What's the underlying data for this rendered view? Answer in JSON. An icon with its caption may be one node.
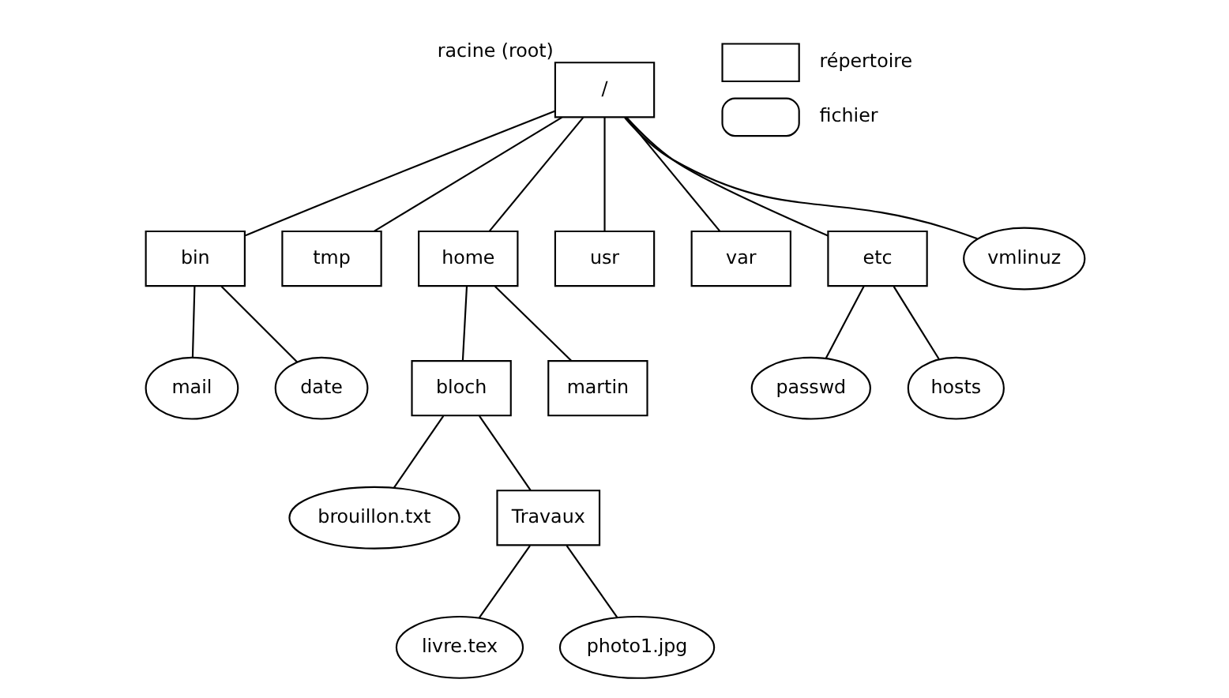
{
  "diagram": {
    "nodes": [
      {
        "text": [
          "/"
        ],
        "beside": [
          "racine (root)"
        ]
      },
      {
        "text": [
          "bin"
        ]
      },
      {
        "text": [
          "tmp"
        ]
      },
      {
        "text": [
          "home"
        ]
      },
      {
        "text": [
          "usr"
        ]
      },
      {
        "text": [
          "var"
        ]
      },
      {
        "text": [
          "etc"
        ]
      },
      {
        "text": [
          "vmlinuz"
        ]
      },
      {
        "text": [
          "mail"
        ]
      },
      {
        "text": [
          "date"
        ]
      },
      {
        "text": [
          "bloch"
        ]
      },
      {
        "text": [
          "martin"
        ]
      },
      {
        "text": [
          "passwd"
        ]
      },
      {
        "text": [
          "hosts"
        ]
      },
      {
        "text": [
          "brouillon.txt"
        ]
      },
      {
        "text": [
          "Travaux"
        ]
      },
      {
        "text": [
          "livre.tex"
        ]
      },
      {
        "text": [
          "photo1.jpg"
        ]
      }
    ],
    "edges": [
      {
        "from": 0,
        "to": 1,
        "arrow": "none"
      },
      {
        "from": 0,
        "to": 2,
        "arrow": "none"
      },
      {
        "from": 0,
        "to": 3,
        "arrow": "none"
      },
      {
        "from": 0,
        "to": 4,
        "arrow": "none"
      },
      {
        "from": 0,
        "to": 5,
        "arrow": "none"
      },
      {
        "from": 0,
        "to": 6,
        "arrow": "none"
      },
      {
        "from": 0,
        "to": 7,
        "arrow": "none"
      },
      {
        "from": 1,
        "to": 8,
        "arrow": "none"
      },
      {
        "from": 1,
        "to": 9,
        "arrow": "none"
      },
      {
        "from": 3,
        "to": 10,
        "arrow": "none"
      },
      {
        "from": 3,
        "to": 11,
        "arrow": "none"
      },
      {
        "from": 6,
        "to": 12,
        "arrow": "none"
      },
      {
        "from": 6,
        "to": 13,
        "arrow": "none"
      },
      {
        "from": 10,
        "to": 14,
        "arrow": "none"
      },
      {
        "from": 10,
        "to": 15,
        "arrow": "none"
      },
      {
        "from": 15,
        "to": 16,
        "arrow": "none"
      },
      {
        "from": 15,
        "to": 17,
        "arrow": "none"
      }
    ],
    "legend": [
      {
        "text": "répertoire"
      },
      {
        "text": "fichier"
      }
    ]
  }
}
